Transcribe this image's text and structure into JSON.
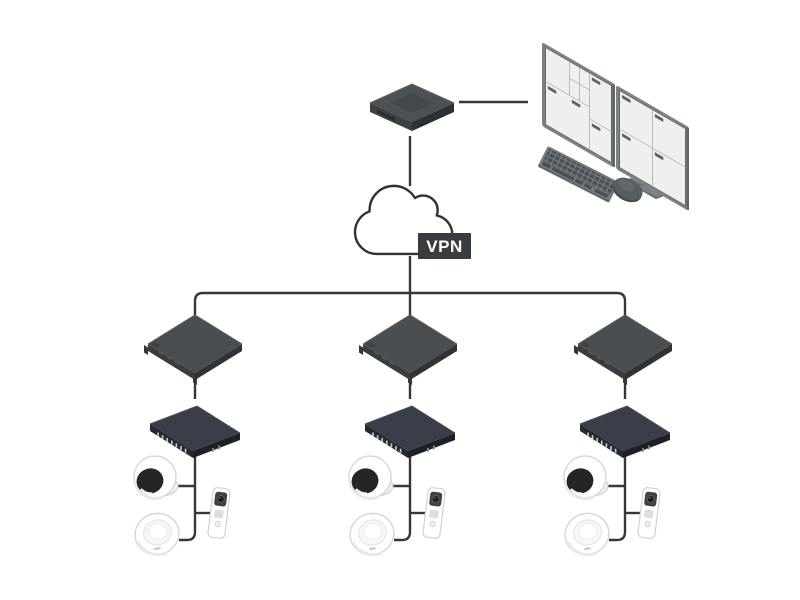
{
  "meta": {
    "description": "Isometric topology diagram of a surveillance system: a recorder appliance and dual-monitor client workstation connected through a VPN cloud to three remote sites, each with a rack server, network switch, turret camera, fisheye camera and door station"
  },
  "vpn": {
    "label": "VPN",
    "badge_bg": "#3a3d3f",
    "text_color": "#ffffff"
  },
  "palette": {
    "background": "#ffffff",
    "line": "#35383a",
    "cloud_stroke": "#2f3234",
    "device_gray": "#4b4e51",
    "device_dark": "#303336",
    "switch_top": "#3a3e48",
    "switch_front": "#23252d",
    "monitor_frame": "#7d8286",
    "screen": "#eef0f0",
    "tile_chip": "#5d6164",
    "camera_body": "#ffffff",
    "camera_lens": "#232527",
    "keyboard": "#73787c",
    "mouse": "#56595c"
  },
  "nodes": {
    "recorder": {
      "icon": "recorder-appliance-icon"
    },
    "workstation": {
      "icon": "dual-monitor-workstation-icon",
      "monitors": 2,
      "peripherals": [
        "keyboard",
        "mouse"
      ]
    },
    "cloud": {
      "icon": "cloud-icon",
      "badge": "VPN"
    },
    "sites": [
      {
        "id": "site-1",
        "devices": [
          "rack-server",
          "network-switch",
          "turret-camera",
          "fisheye-camera",
          "door-station"
        ]
      },
      {
        "id": "site-2",
        "devices": [
          "rack-server",
          "network-switch",
          "turret-camera",
          "fisheye-camera",
          "door-station"
        ]
      },
      {
        "id": "site-3",
        "devices": [
          "rack-server",
          "network-switch",
          "turret-camera",
          "fisheye-camera",
          "door-station"
        ]
      }
    ]
  },
  "connections": [
    {
      "from": "recorder",
      "to": "workstation"
    },
    {
      "from": "recorder",
      "to": "cloud"
    },
    {
      "from": "cloud",
      "to": "site-1"
    },
    {
      "from": "cloud",
      "to": "site-2"
    },
    {
      "from": "cloud",
      "to": "site-3"
    },
    {
      "from": "rack-server",
      "to": "network-switch",
      "within": "each-site"
    },
    {
      "from": "network-switch",
      "to": "turret-camera",
      "within": "each-site"
    },
    {
      "from": "network-switch",
      "to": "fisheye-camera",
      "within": "each-site"
    },
    {
      "from": "network-switch",
      "to": "door-station",
      "within": "each-site"
    }
  ]
}
